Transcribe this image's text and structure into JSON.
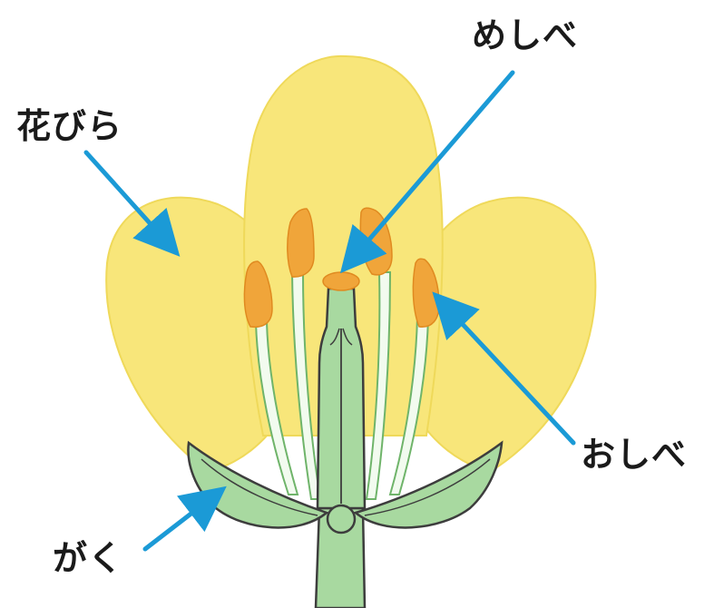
{
  "labels": {
    "pistil": "めしべ",
    "petal": "花びら",
    "stamen": "おしべ",
    "sepal": "がく"
  },
  "colors": {
    "petal": "#f8e67a",
    "petal_edge": "#efd95a",
    "anther": "#f0a53a",
    "stem": "#a8d9a0",
    "stem_edge": "#3d3d3d",
    "filament": "#f2fbef",
    "filament_edge": "#6fb46a",
    "arrow": "#1b9ad6"
  }
}
